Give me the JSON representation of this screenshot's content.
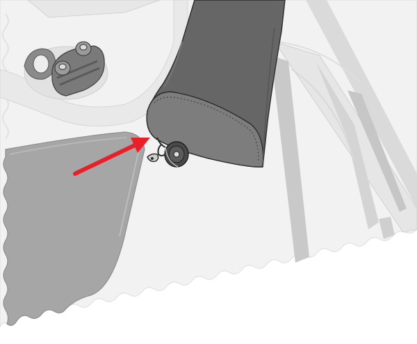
{
  "illustration": {
    "parts": [
      "boat-deck",
      "cockpit-seat",
      "cam-cleat-pair",
      "sail-bag-tube",
      "bag-drawstring",
      "small-block-pulley",
      "shackle"
    ],
    "callout": {
      "type": "arrow",
      "points_to": "small-block-pulley"
    },
    "colors": {
      "deck": "#f2f2f2",
      "deck_panel": "#e4e4e4",
      "seat": "#a6a6a6",
      "bag": "#666666",
      "bag_inner": "#7d7d7d",
      "hardware": "#4a4a4a",
      "arrow": "#e8202a",
      "outline": "#2a2a2a"
    }
  }
}
